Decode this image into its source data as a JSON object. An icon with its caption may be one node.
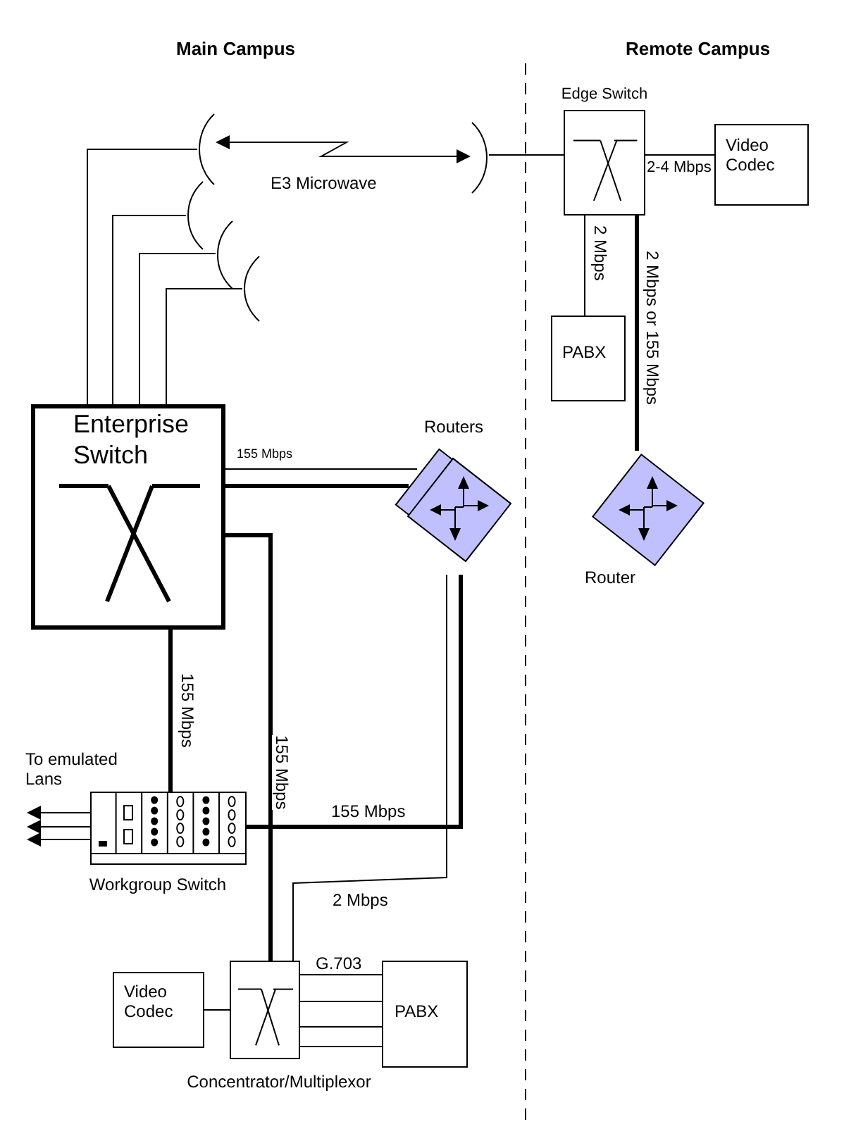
{
  "diagram": {
    "nodes": [
      {
        "text": [
          "Enterprise Switch"
        ]
      },
      {
        "text": [
          "Edge Switch"
        ]
      },
      {
        "text": [
          "Video Codec"
        ]
      },
      {
        "text": [
          "PABX"
        ]
      },
      {
        "text": [
          "Router"
        ]
      },
      {
        "text": [
          "Routers"
        ]
      },
      {
        "text": [
          "Workgroup Switch"
        ]
      },
      {
        "text": [
          "Concentrator/Multiplexor"
        ]
      },
      {
        "text": [
          "Video Codec"
        ]
      },
      {
        "text": [
          "PABX"
        ]
      },
      {
        "text": [],
        "shape": "antenna"
      },
      {
        "text": [],
        "shape": "antenna"
      },
      {
        "text": [],
        "shape": "antenna"
      },
      {
        "text": [],
        "shape": "antenna"
      },
      {
        "text": [],
        "shape": "antenna"
      }
    ],
    "edges": [
      {
        "from": 0,
        "to": 10,
        "arrow": "none"
      },
      {
        "from": 0,
        "to": 11,
        "arrow": "none"
      },
      {
        "from": 0,
        "to": 12,
        "arrow": "none"
      },
      {
        "from": 0,
        "to": 13,
        "arrow": "none"
      },
      {
        "from": 10,
        "to": 14,
        "arrow": "both",
        "label": "E3 Microwave"
      },
      {
        "from": 14,
        "to": 1,
        "arrow": "none"
      },
      {
        "from": 1,
        "to": 2,
        "arrow": "none",
        "label": "2-4 Mbps"
      },
      {
        "from": 1,
        "to": 3,
        "arrow": "none",
        "label": "2 Mbps"
      },
      {
        "from": 1,
        "to": 4,
        "arrow": "none",
        "label": "2 Mbps or 155 Mbps",
        "style": "thick"
      },
      {
        "from": 0,
        "to": 5,
        "arrow": "none",
        "label": "155 Mbps"
      },
      {
        "from": 0,
        "to": 5,
        "arrow": "none",
        "style": "thick"
      },
      {
        "from": 0,
        "to": 6,
        "arrow": "none",
        "label": "155 Mbps",
        "style": "thick"
      },
      {
        "from": 0,
        "to": 7,
        "arrow": "none",
        "label": "155 Mbps",
        "style": "thick"
      },
      {
        "from": 5,
        "to": 6,
        "arrow": "none",
        "label": "155 Mbps",
        "style": "thick"
      },
      {
        "from": 5,
        "to": 7,
        "arrow": "none",
        "label": "2 Mbps"
      },
      {
        "from": 8,
        "to": 7,
        "arrow": "none"
      },
      {
        "from": 7,
        "to": 9,
        "arrow": "none",
        "label": "G.703"
      },
      {
        "from": 7,
        "to": 9,
        "arrow": "none"
      },
      {
        "from": 7,
        "to": 9,
        "arrow": "none"
      },
      {
        "from": 7,
        "to": 9,
        "arrow": "none"
      },
      {
        "from": 6,
        "to": null,
        "arrow": "to"
      },
      {
        "from": 6,
        "to": null,
        "arrow": "to"
      },
      {
        "from": 6,
        "to": null,
        "arrow": "to"
      }
    ],
    "labels": [
      "Main Campus",
      "Remote Campus",
      "To emulated Lans"
    ]
  }
}
